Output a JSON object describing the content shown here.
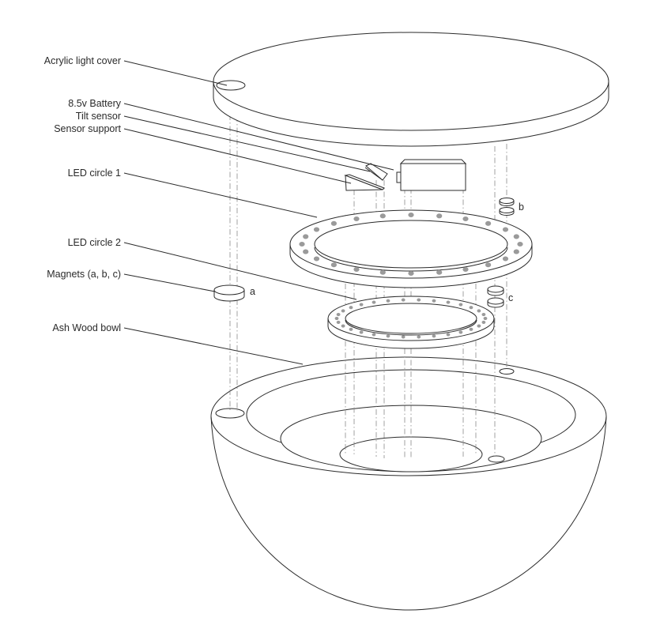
{
  "labels": {
    "acrylic_cover": "Acrylic light cover",
    "battery": "8.5v Battery",
    "tilt_sensor": "Tilt sensor",
    "sensor_support": "Sensor support",
    "led_circle_1": "LED circle 1",
    "led_circle_2": "LED circle 2",
    "magnets": "Magnets (a, b, c)",
    "bowl": "Ash Wood bowl"
  },
  "magnet_tags": {
    "a": "a",
    "b": "b",
    "c": "c"
  }
}
